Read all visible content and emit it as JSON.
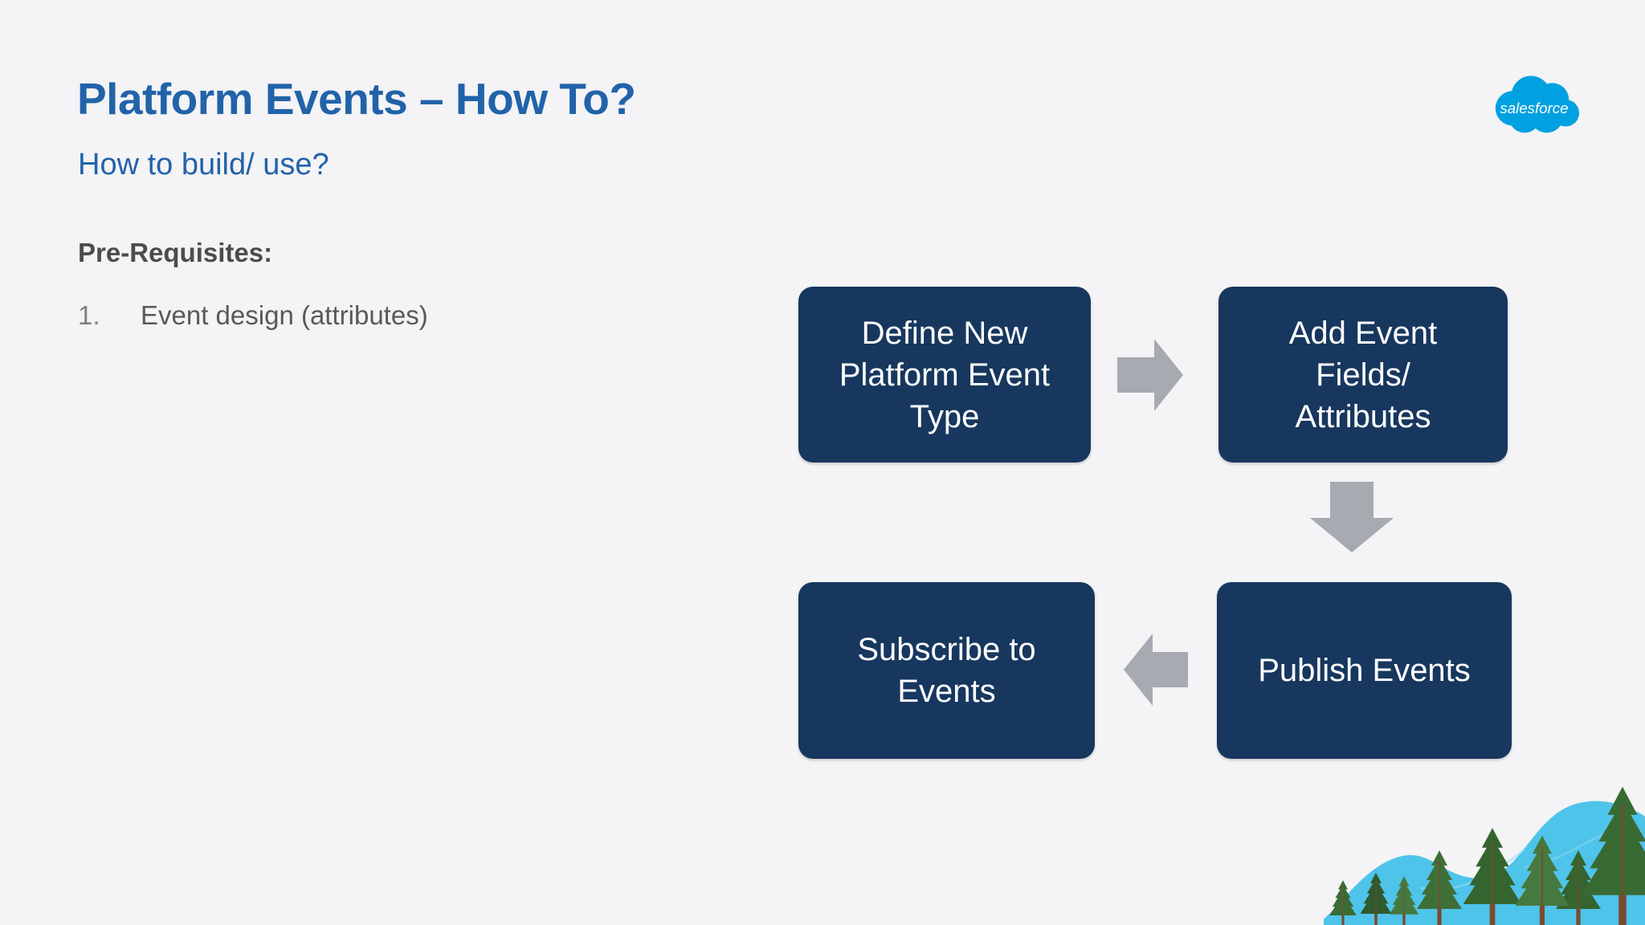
{
  "header": {
    "title": "Platform Events – How To?",
    "subtitle": "How to build/ use?"
  },
  "logo": {
    "text": "salesforce"
  },
  "content": {
    "heading": "Pre-Requisites:",
    "items": [
      {
        "number": "1.",
        "text": "Event design (attributes)"
      }
    ]
  },
  "flowchart": {
    "nodes": [
      {
        "id": "define-event",
        "label": "Define New\nPlatform Event\nType"
      },
      {
        "id": "add-event-fields",
        "label": "Add Event\nFields/\nAttributes"
      },
      {
        "id": "publish-events",
        "label": "Publish Events"
      },
      {
        "id": "subscribe-events",
        "label": "Subscribe to\nEvents"
      }
    ],
    "arrows": [
      {
        "from": "define-event",
        "to": "add-event-fields",
        "direction": "right"
      },
      {
        "from": "add-event-fields",
        "to": "publish-events",
        "direction": "down"
      },
      {
        "from": "publish-events",
        "to": "subscribe-events",
        "direction": "left"
      }
    ]
  },
  "colors": {
    "bg": "#f4f3f5",
    "title": "#2163a9",
    "heading": "#4c4c4c",
    "body": "#595959",
    "number": "#7f7f7f",
    "box": "#17375e",
    "box-text": "#ffffff",
    "arrow": "#a7aab1",
    "cloud": "#00a1e0"
  }
}
